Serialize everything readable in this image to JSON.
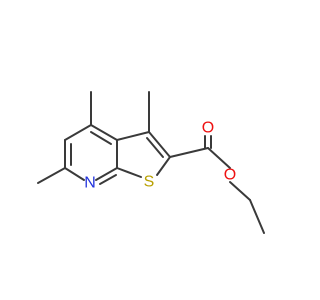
{
  "molecule": {
    "atoms": {
      "nitrogen": {
        "symbol": "N",
        "color": "#2233dd"
      },
      "sulfur": {
        "symbol": "S",
        "color": "#b8a000"
      },
      "carbonyl_oxygen": {
        "symbol": "O",
        "color": "#ee1111"
      },
      "ester_oxygen": {
        "symbol": "O",
        "color": "#ee1111"
      }
    },
    "bond_color": "#3a3a3a"
  }
}
